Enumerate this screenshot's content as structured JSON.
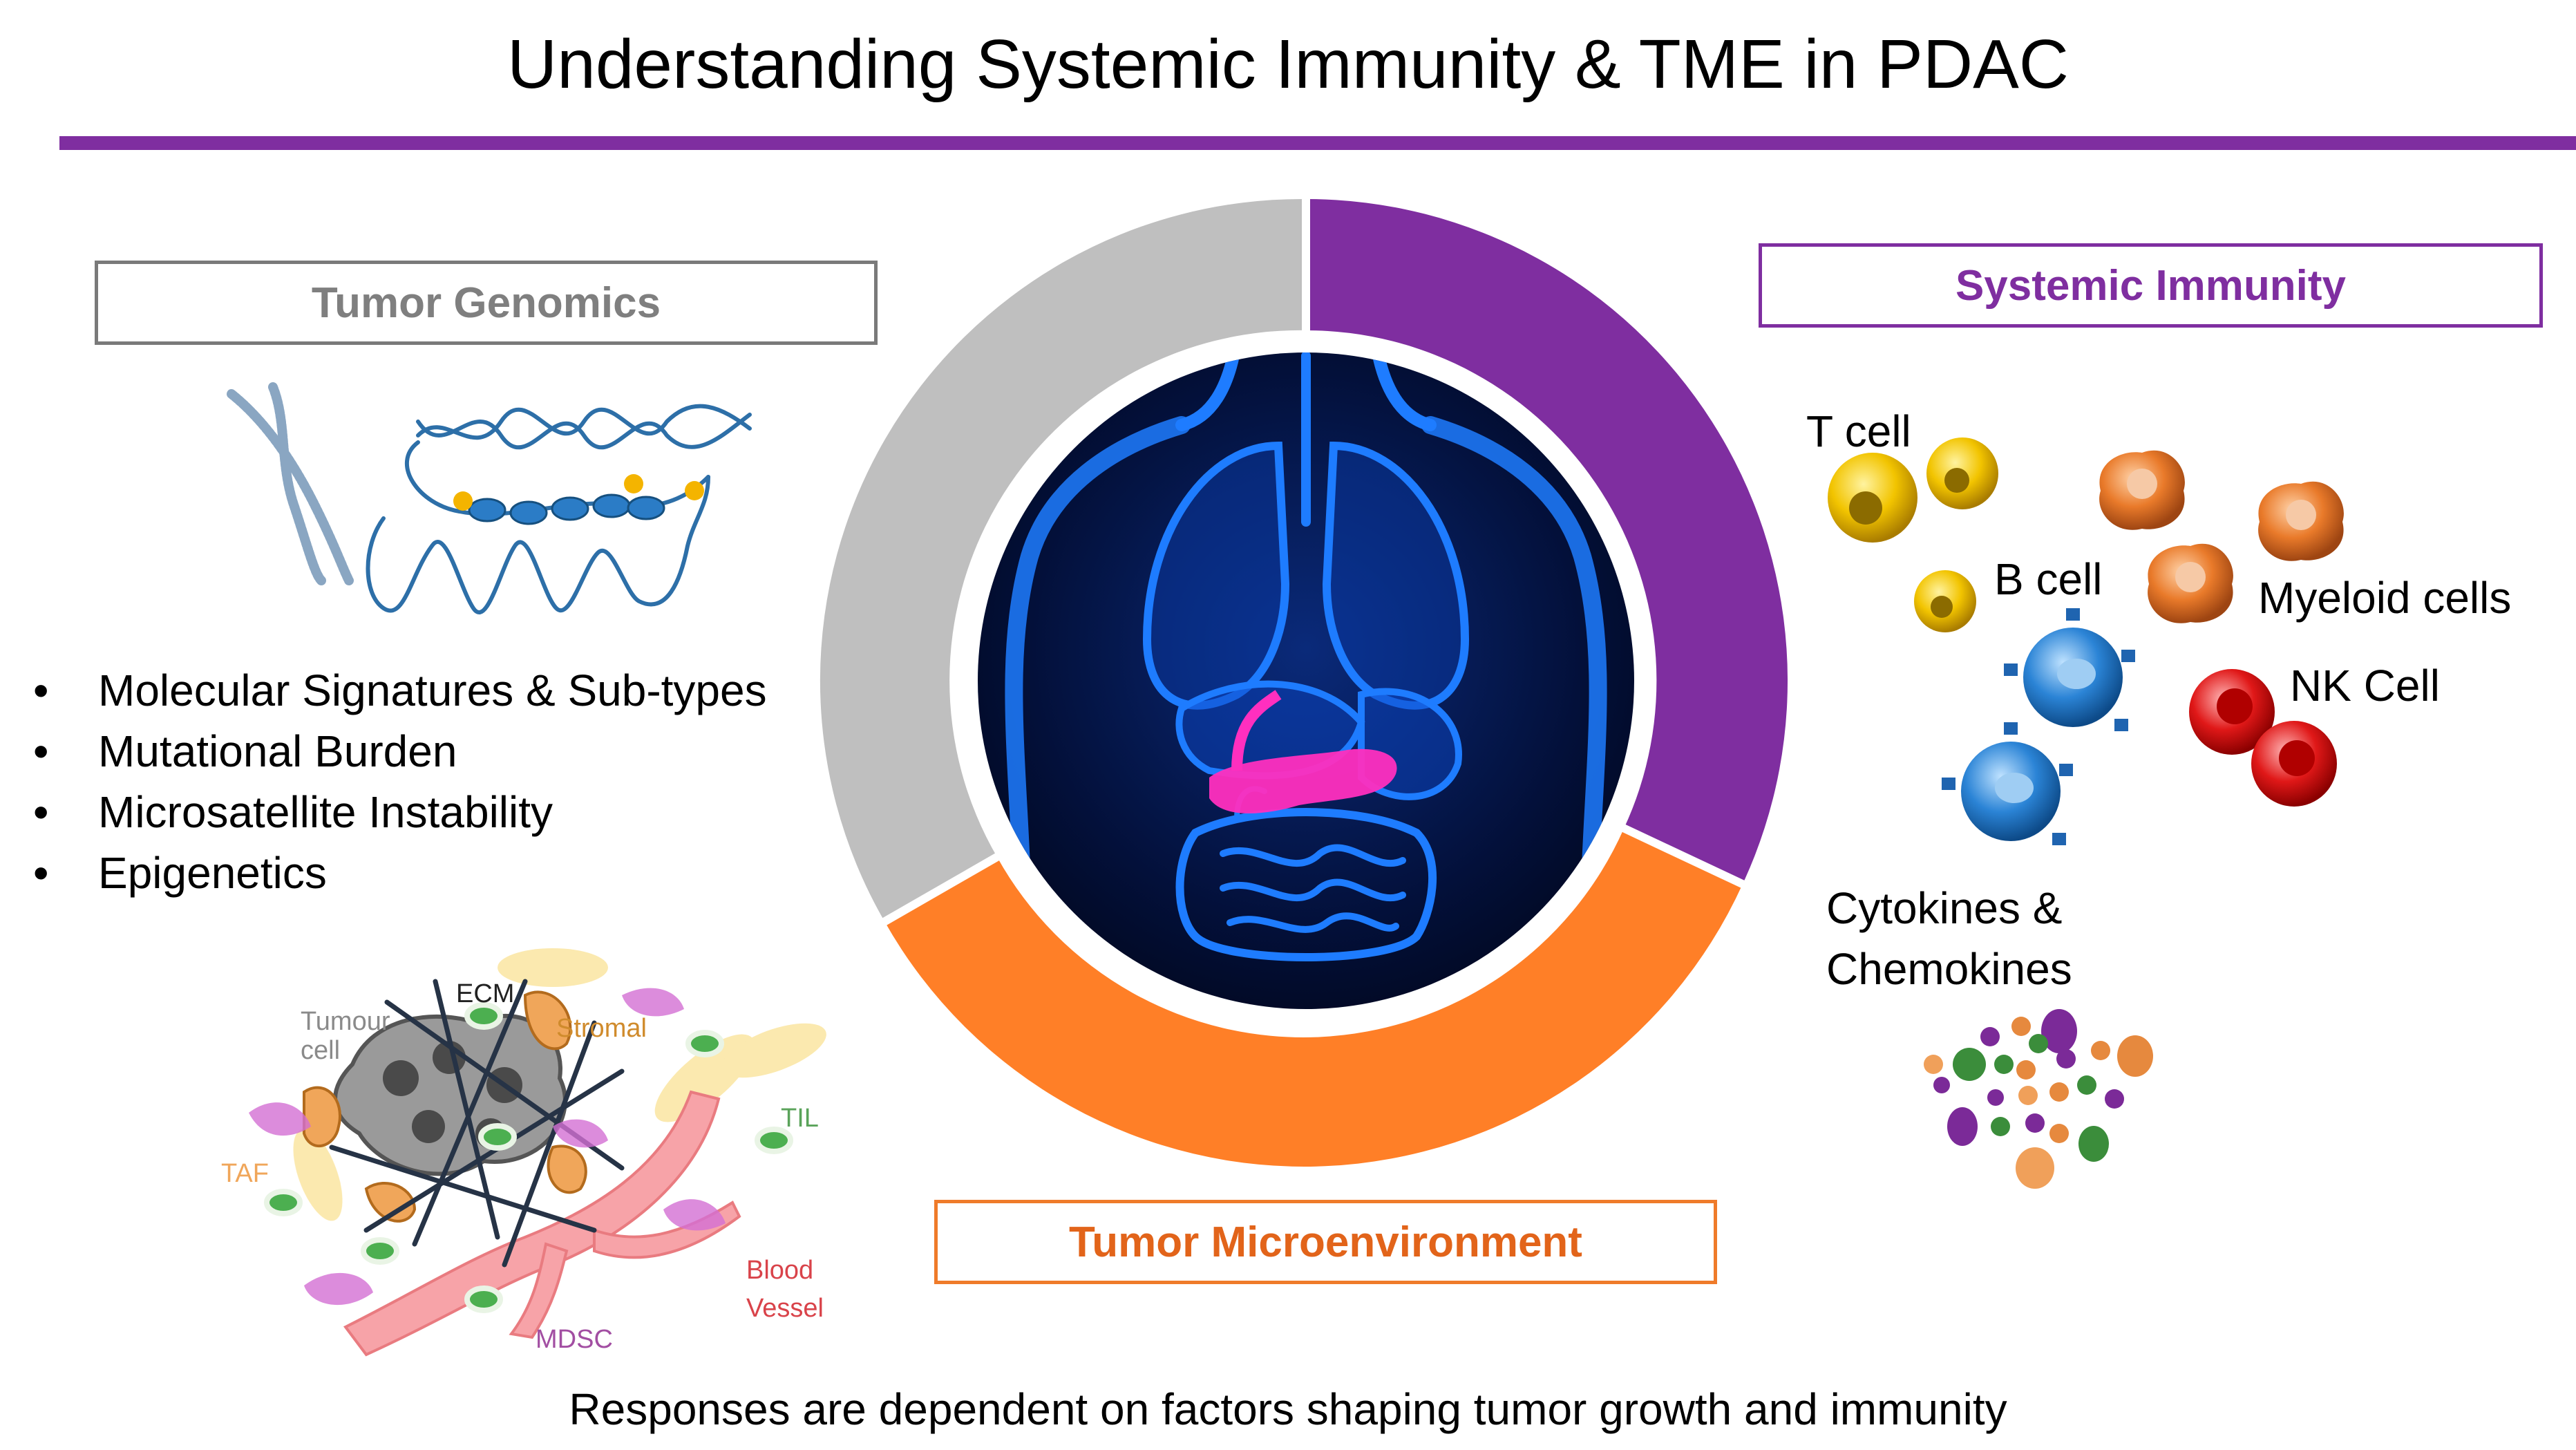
{
  "title": "Understanding Systemic Immunity & TME in PDAC",
  "boxes": {
    "tumor_genomics": "Tumor Genomics",
    "systemic_immunity": "Systemic Immunity",
    "tumor_microenvironment": "Tumor Microenvironment"
  },
  "genomics_list": [
    "Molecular Signatures & Sub-types",
    "Mutational Burden",
    "Microsatellite Instability",
    "Epigenetics"
  ],
  "immune_labels": {
    "t_cell": "T cell",
    "b_cell": "B cell",
    "myeloid": "Myeloid cells",
    "nk": "NK Cell",
    "cytokines_line1": "Cytokines &",
    "cytokines_line2": "Chemokines"
  },
  "tme_labels": {
    "tumour_cell": "Tumour cell",
    "ecm": "ECM",
    "stromal": "Stromal",
    "taf": "TAF",
    "til": "TIL",
    "blood_vessel_1": "Blood",
    "blood_vessel_2": "Vessel",
    "mdsc": "MDSC"
  },
  "footer": "Responses are dependent on factors shaping tumor growth and immunity",
  "colors": {
    "accent_purple": "#7f2ea0",
    "ring_gray": "#bfbfbf",
    "ring_orange": "#ff7f27",
    "genomics_gray": "#7f7f7f",
    "tme_orange": "#e2641a"
  },
  "ring_segments": [
    {
      "name": "Systemic Immunity",
      "color": "#7f2ea0"
    },
    {
      "name": "Tumor Microenvironment",
      "color": "#ff7f27"
    },
    {
      "name": "Tumor Genomics",
      "color": "#bfbfbf"
    }
  ]
}
